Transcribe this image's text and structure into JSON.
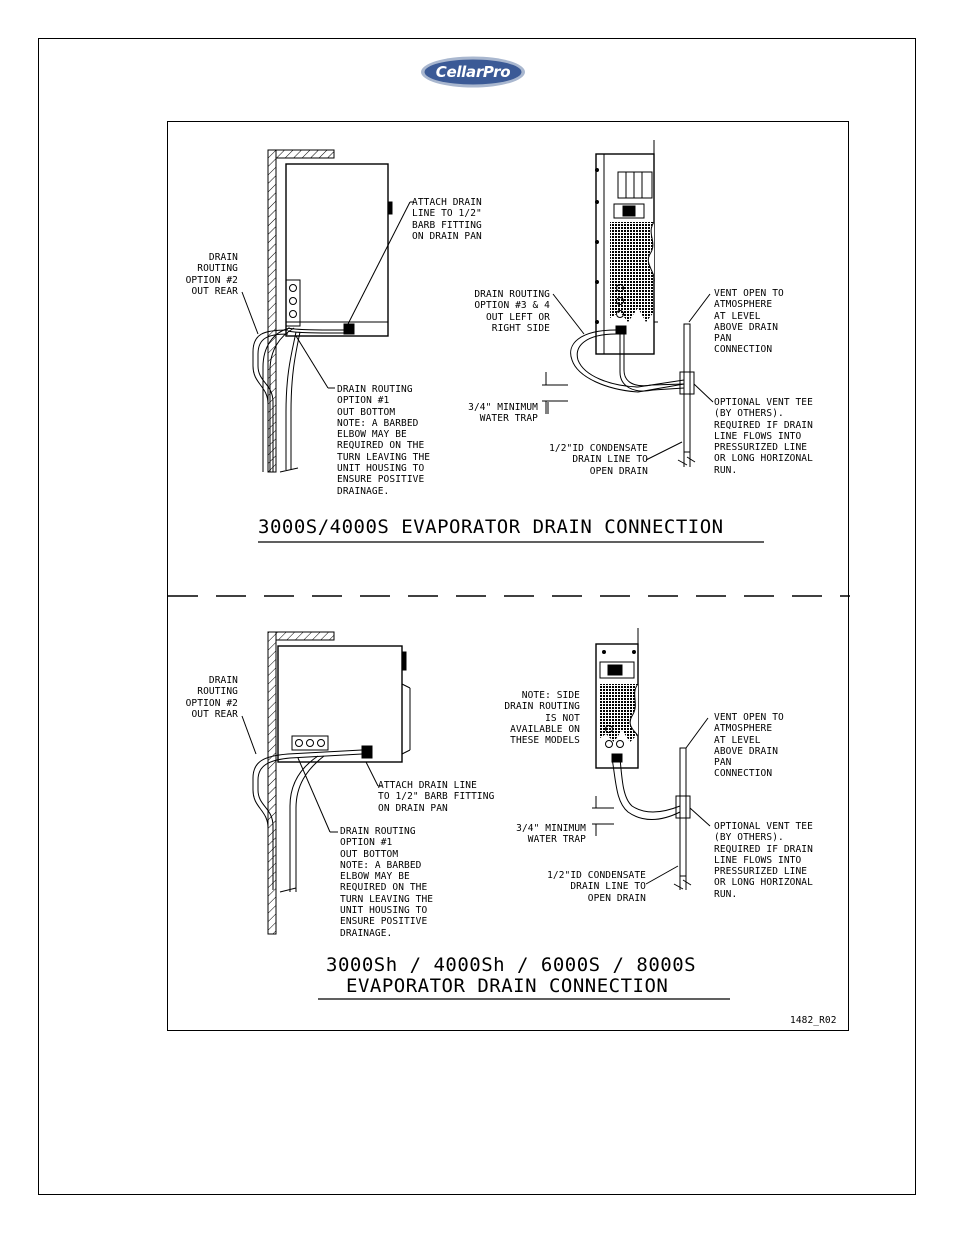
{
  "logo": {
    "text": "CellarPro",
    "fill": "#3b5a96",
    "ring": "#a9b7cf"
  },
  "drawing_number": "1482_R02",
  "top_diagram": {
    "title": "3000S/4000S EVAPORATOR DRAIN CONNECTION",
    "attach_label": "ATTACH DRAIN\nLINE TO 1/2\"\nBARB FITTING\nON DRAIN PAN",
    "option2_label": "DRAIN\nROUTING\nOPTION #2\nOUT REAR",
    "option1_label": "DRAIN ROUTING\nOPTION #1\nOUT BOTTOM\nNOTE: A BARBED\nELBOW MAY BE\nREQUIRED ON THE\nTURN LEAVING THE\nUNIT HOUSING TO\nENSURE POSITIVE\nDRAINAGE.",
    "option34_label": "DRAIN ROUTING\nOPTION #3 & 4\nOUT LEFT OR\nRIGHT SIDE",
    "trap_label": "3/4\" MINIMUM\nWATER TRAP",
    "condensate_label": "1/2\"ID CONDENSATE\nDRAIN LINE TO\nOPEN DRAIN",
    "vent_label": "VENT OPEN TO\nATMOSPHERE\nAT LEVEL\nABOVE DRAIN\nPAN\nCONNECTION",
    "tee_label": "OPTIONAL VENT TEE\n(BY OTHERS).\nREQUIRED IF DRAIN\nLINE FLOWS INTO\nPRESSURIZED LINE\nOR LONG HORIZONAL\nRUN."
  },
  "bottom_diagram": {
    "title_line1": "3000Sh / 4000Sh / 6000S / 8000S",
    "title_line2": "EVAPORATOR DRAIN CONNECTION",
    "option2_label": "DRAIN\nROUTING\nOPTION #2\nOUT REAR",
    "attach_label": "ATTACH DRAIN LINE\nTO 1/2\" BARB FITTING\nON DRAIN PAN",
    "option1_label": "DRAIN ROUTING\nOPTION #1\nOUT BOTTOM\nNOTE: A BARBED\nELBOW MAY BE\nREQUIRED ON THE\nTURN LEAVING THE\nUNIT HOUSING TO\nENSURE POSITIVE\nDRAINAGE.",
    "side_note_label": "NOTE: SIDE\nDRAIN ROUTING\nIS NOT\nAVAILABLE ON\nTHESE MODELS",
    "trap_label": "3/4\" MINIMUM\nWATER TRAP",
    "condensate_label": "1/2\"ID CONDENSATE\nDRAIN LINE TO\nOPEN DRAIN",
    "vent_label": "VENT OPEN TO\nATMOSPHERE\nAT LEVEL\nABOVE DRAIN\nPAN\nCONNECTION",
    "tee_label": "OPTIONAL VENT TEE\n(BY OTHERS).\nREQUIRED IF DRAIN\nLINE FLOWS INTO\nPRESSURIZED LINE\nOR LONG HORIZONAL\nRUN."
  }
}
